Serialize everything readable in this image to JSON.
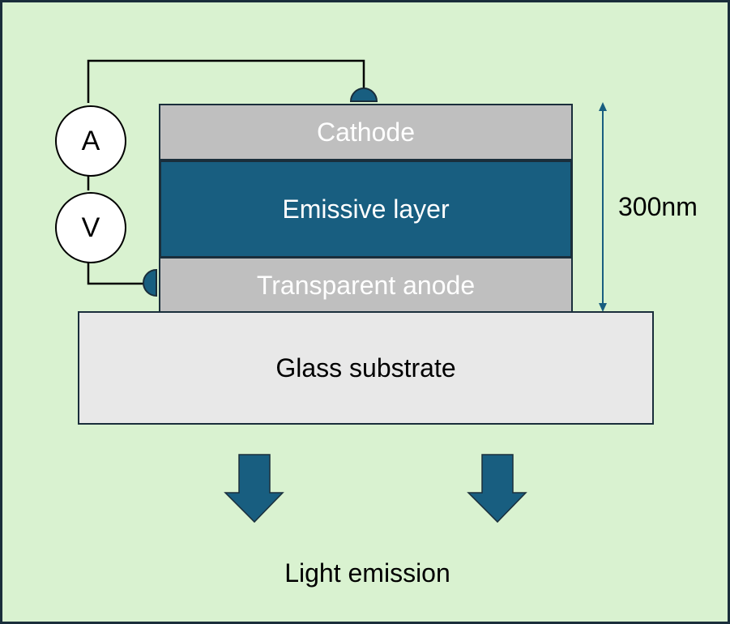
{
  "layers": {
    "cathode": "Cathode",
    "emissive": "Emissive layer",
    "anode": "Transparent anode",
    "substrate": "Glass substrate"
  },
  "meters": {
    "ammeter": "A",
    "voltmeter": "V"
  },
  "thickness": "300nm",
  "emission": "Light emission",
  "colors": {
    "background": "#d9f2d0",
    "electrode": "#bfbfbf",
    "emissive": "#185e80",
    "substrate": "#e8e8e8",
    "arrow": "#185e80",
    "border": "#1a2e3b"
  }
}
